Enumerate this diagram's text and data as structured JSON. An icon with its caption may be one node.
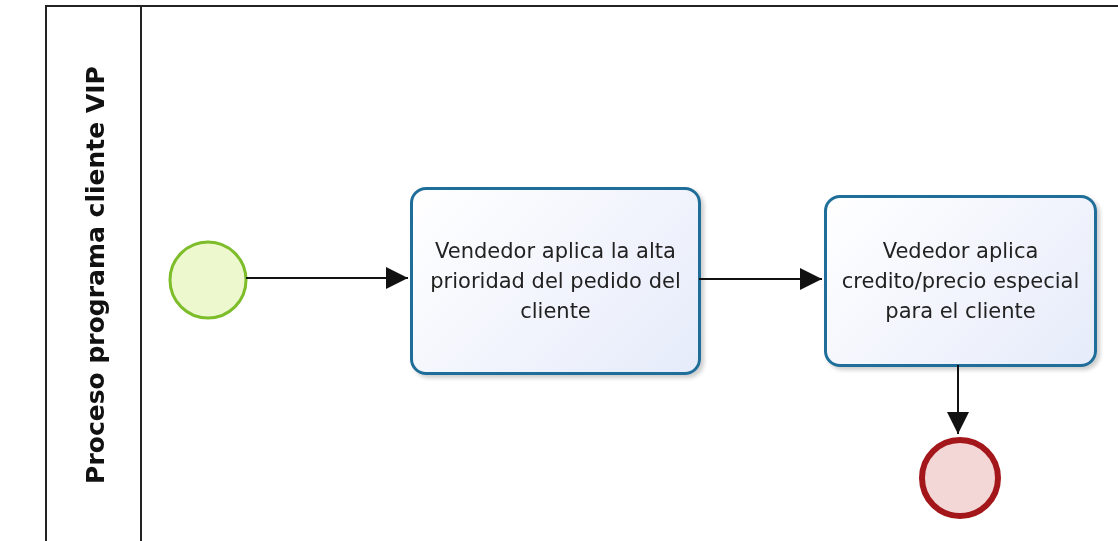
{
  "diagram": {
    "nodes": [
      {
        "text": [
          "Proceso programa cliente VIP"
        ]
      },
      {
        "text": [],
        "shape": "circle",
        "in": 0
      },
      {
        "text": [
          "Vendedor aplica la alta prioridad del pedido del cliente"
        ],
        "in": 0
      },
      {
        "text": [
          "Vededor aplica credito/precio especial para el cliente"
        ],
        "in": 0
      },
      {
        "text": [],
        "shape": "circle",
        "in": 0
      }
    ],
    "edges": [
      {
        "from": 1,
        "to": 2,
        "arrow": "to"
      },
      {
        "from": 2,
        "to": 3,
        "arrow": "to"
      },
      {
        "from": 3,
        "to": 4,
        "arrow": "to"
      }
    ]
  }
}
